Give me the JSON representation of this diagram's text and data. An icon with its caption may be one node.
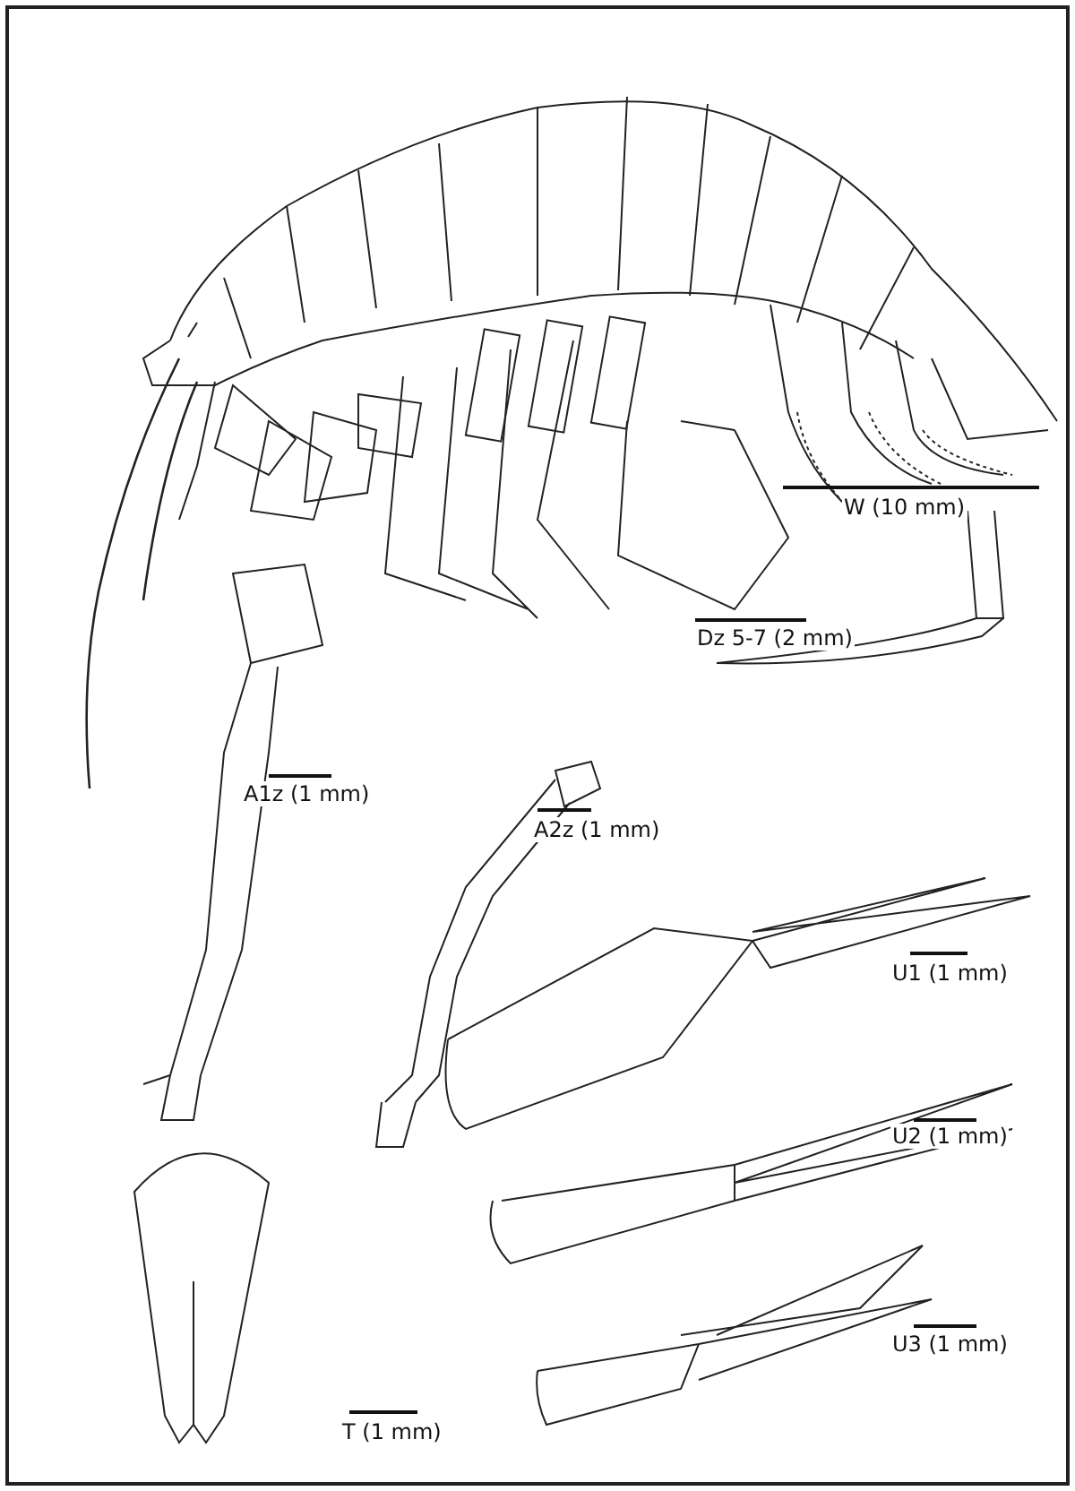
{
  "diagram": {
    "labels": [
      "W (10 mm)",
      "Dz 5-7 (2 mm)",
      "A1z (1 mm)",
      "A2z (1 mm)",
      "U1 (1 mm)",
      "U2 (1 mm)",
      "U3 (1 mm)",
      "T (1 mm)"
    ]
  }
}
